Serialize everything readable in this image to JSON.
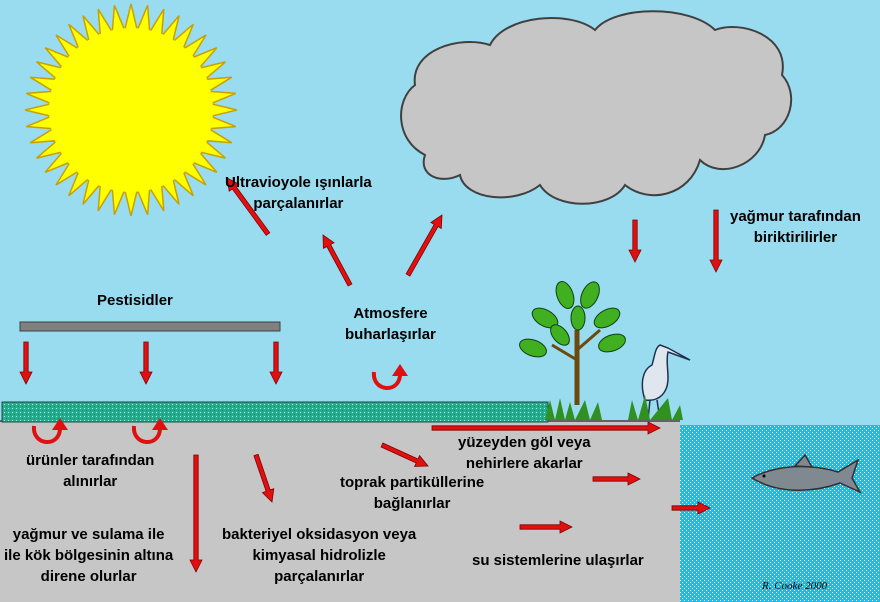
{
  "labels": {
    "uv": [
      "Ultravioyole ışınlarla",
      "parçalanırlar"
    ],
    "rain": [
      "yağmur tarafından",
      "biriktirilirler"
    ],
    "pesticides": "Pestisidler",
    "evaporate": [
      "Atmosfere",
      "buharlaşırlar"
    ],
    "surface": [
      "yüzeyden göl veya",
      "nehirlere akarlar"
    ],
    "uptake": [
      "ürünler tarafından",
      "alınırlar"
    ],
    "soil": [
      "toprak partiküllerine",
      "bağlanırlar"
    ],
    "leach": [
      "yağmur ve sulama ile",
      "ile kök bölgesinin altına",
      "direne olurlar"
    ],
    "bacteria": [
      "bakteriyel oksidasyon veya",
      "kimyasal hidrolizle",
      "parçalanırlar"
    ],
    "water": "su sistemlerine ulaşırlar"
  },
  "credit": "R. Cooke 2000",
  "colors": {
    "sky": "#99dcf0",
    "sun": "#ffff00",
    "cloud": "#c6c6c6",
    "ground": "#c6c6c6",
    "field": "#20b090",
    "water": "#10c0f0",
    "arrow": "#e01010",
    "bar": "#808080"
  }
}
